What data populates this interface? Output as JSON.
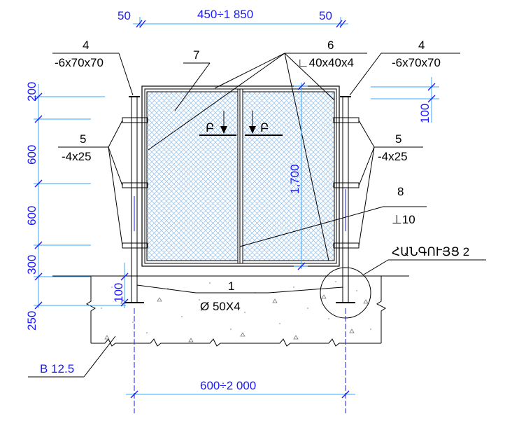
{
  "colors": {
    "dimension_text": "#1a1aff",
    "dimension_line": "#33aaff",
    "mesh": "#9fc6ee",
    "outline": "#000000"
  },
  "dimensions": {
    "top_left_offset": "50",
    "top_span": "450÷1 850",
    "top_right_offset": "50",
    "left_200": "200",
    "left_600_a": "600",
    "left_600_b": "600",
    "left_300": "300",
    "left_250": "250",
    "left_100": "100",
    "right_100": "100",
    "height_1700": "1,700",
    "bottom_span": "600÷2 000"
  },
  "callouts": {
    "post_plate_left": {
      "number": "4",
      "spec": "-6x70x70"
    },
    "post_plate_right": {
      "number": "4",
      "spec": "-6x70x70"
    },
    "mesh_panel": {
      "number": "7"
    },
    "frame_angle": {
      "number": "6",
      "spec": "∟40x40x4"
    },
    "clamp_left": {
      "number": "5",
      "spec": "-4x25"
    },
    "clamp_right": {
      "number": "5",
      "spec": "-4x25"
    },
    "middle_tee": {
      "number": "8",
      "spec": "⊥10"
    },
    "post_pipe": {
      "number": "1",
      "spec": "Ø 50X4"
    },
    "detail_node": {
      "label": "ՀԱՆԳՈՒՅՑ 2"
    },
    "concrete": {
      "label": "B 12.5"
    }
  },
  "section_marks": {
    "left": "Բ",
    "right": "Բ"
  }
}
